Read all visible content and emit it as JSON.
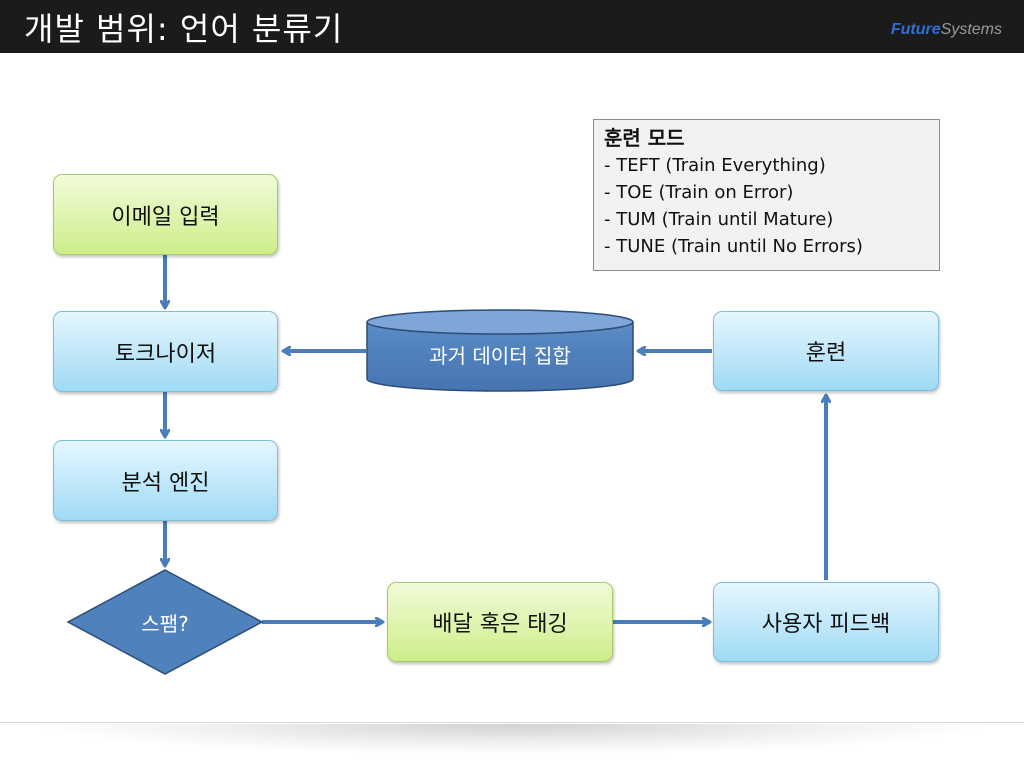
{
  "header": {
    "title": "개발 범위: 언어 분류기",
    "brand_part1": "Future",
    "brand_part2": "Systems"
  },
  "flow": {
    "email_input": "이메일 입력",
    "tokenizer": "토크나이저",
    "analysis_engine": "분석 엔진",
    "spam_decision": "스팸?",
    "delivery_tagging": "배달 혹은 태깅",
    "user_feedback": "사용자 피드백",
    "training": "훈련",
    "historical_dataset": "과거 데이터 집합"
  },
  "training_modes": {
    "heading": "훈련 모드",
    "items": [
      "- TEFT (Train Everything)",
      "- TOE (Train on Error)",
      "- TUM (Train until Mature)",
      "- TUNE (Train until No Errors)"
    ]
  },
  "colors": {
    "arrow": "#4a7ebb",
    "shape_fill": "#4f81bd",
    "shape_border": "#2c4d75"
  }
}
